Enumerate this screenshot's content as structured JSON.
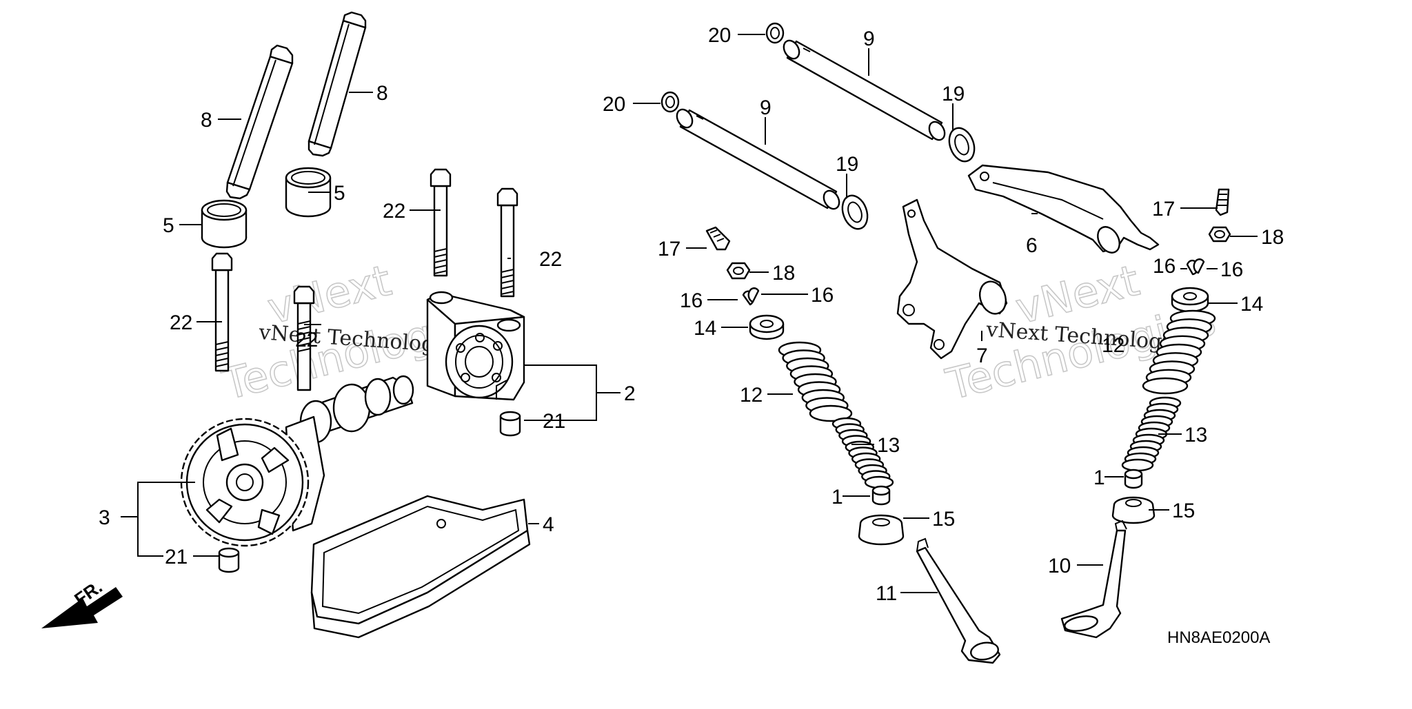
{
  "diagram": {
    "drawing_code": "HN8AE0200A",
    "direction_marker": "FR.",
    "watermarks": [
      {
        "line1": "vNext Technologies",
        "line2": "vNext",
        "line3": "Technologies"
      },
      {
        "line1": "vNext Technologies",
        "line2": "vNext",
        "line3": "Technologies"
      }
    ],
    "callouts": [
      {
        "id": "c-8a",
        "text": "8"
      },
      {
        "id": "c-8b",
        "text": "8"
      },
      {
        "id": "c-5a",
        "text": "5"
      },
      {
        "id": "c-5b",
        "text": "5"
      },
      {
        "id": "c-22a",
        "text": "22"
      },
      {
        "id": "c-22b",
        "text": "22"
      },
      {
        "id": "c-22c",
        "text": "22"
      },
      {
        "id": "c-22d",
        "text": "22"
      },
      {
        "id": "c-2",
        "text": "2"
      },
      {
        "id": "c-21a",
        "text": "21"
      },
      {
        "id": "c-21b",
        "text": "21"
      },
      {
        "id": "c-3",
        "text": "3"
      },
      {
        "id": "c-4",
        "text": "4"
      },
      {
        "id": "c-20a",
        "text": "20"
      },
      {
        "id": "c-20b",
        "text": "20"
      },
      {
        "id": "c-9a",
        "text": "9"
      },
      {
        "id": "c-9b",
        "text": "9"
      },
      {
        "id": "c-19a",
        "text": "19"
      },
      {
        "id": "c-19b",
        "text": "19"
      },
      {
        "id": "c-6",
        "text": "6"
      },
      {
        "id": "c-7",
        "text": "7"
      },
      {
        "id": "c-17a",
        "text": "17"
      },
      {
        "id": "c-17b",
        "text": "17"
      },
      {
        "id": "c-18a",
        "text": "18"
      },
      {
        "id": "c-18b",
        "text": "18"
      },
      {
        "id": "c-16a",
        "text": "16"
      },
      {
        "id": "c-16b",
        "text": "16"
      },
      {
        "id": "c-16c",
        "text": "16"
      },
      {
        "id": "c-16d",
        "text": "16"
      },
      {
        "id": "c-14a",
        "text": "14"
      },
      {
        "id": "c-14b",
        "text": "14"
      },
      {
        "id": "c-12a",
        "text": "12"
      },
      {
        "id": "c-12b",
        "text": "12"
      },
      {
        "id": "c-13a",
        "text": "13"
      },
      {
        "id": "c-13b",
        "text": "13"
      },
      {
        "id": "c-1a",
        "text": "1"
      },
      {
        "id": "c-1b",
        "text": "1"
      },
      {
        "id": "c-15a",
        "text": "15"
      },
      {
        "id": "c-15b",
        "text": "15"
      },
      {
        "id": "c-11",
        "text": "11"
      },
      {
        "id": "c-10",
        "text": "10"
      }
    ]
  }
}
